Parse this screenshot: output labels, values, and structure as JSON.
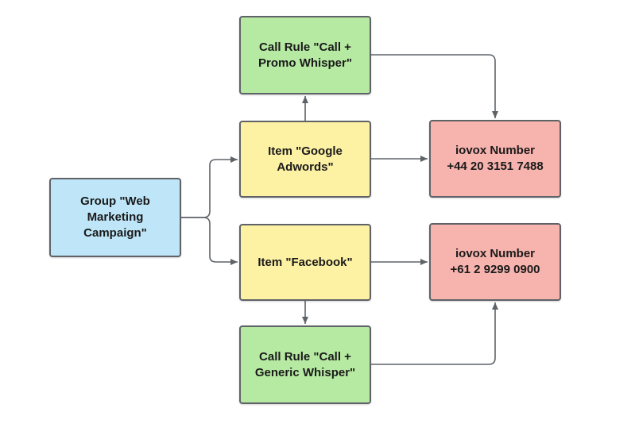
{
  "colors": {
    "group_fill": "#bfe6f8",
    "item_fill": "#fdf1a3",
    "call_rule_fill": "#b6eaa2",
    "number_fill": "#f7b3ad",
    "border": "#5f6368",
    "connector": "#5f6368"
  },
  "nodes": {
    "group": {
      "label": "Group \"Web\nMarketing\nCampaign\""
    },
    "google": {
      "label": "Item \"Google\nAdwords\""
    },
    "facebook": {
      "label": "Item \"Facebook\""
    },
    "promo_rule": {
      "label": "Call Rule \"Call +\nPromo Whisper\""
    },
    "generic_rule": {
      "label": "Call Rule \"Call +\nGeneric Whisper\""
    },
    "uk_number": {
      "label": "iovox Number\n+44 20 3151 7488"
    },
    "au_number": {
      "label": "iovox Number\n+61 2 9299 0900"
    }
  }
}
